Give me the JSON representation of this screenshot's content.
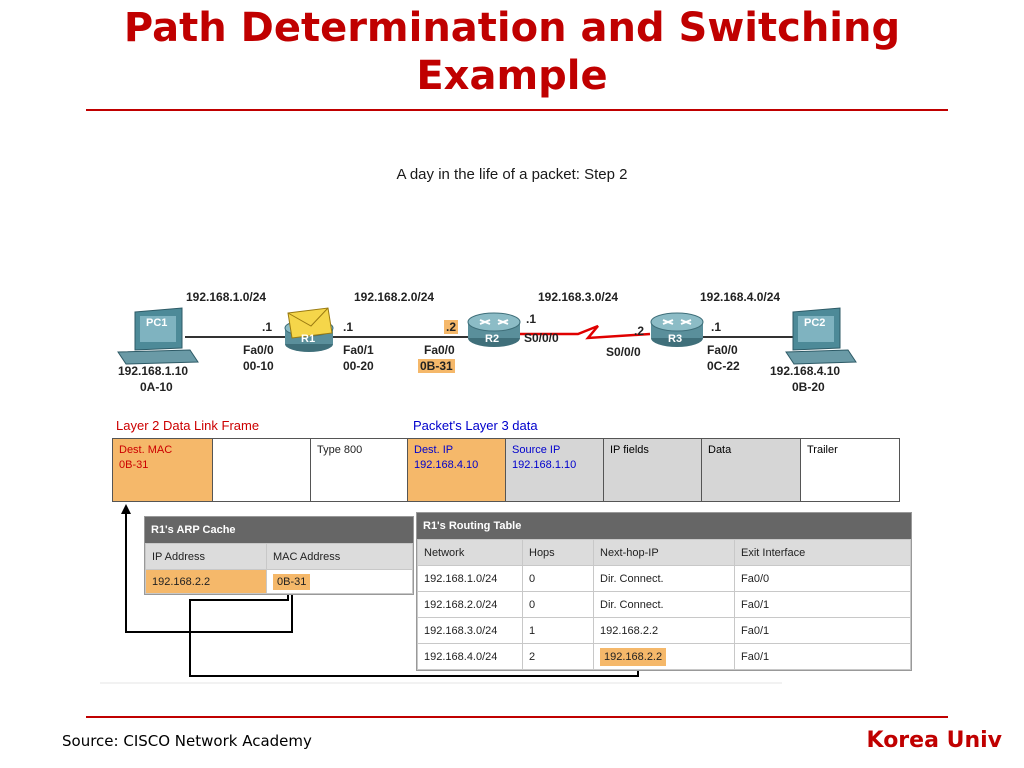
{
  "slide": {
    "title_line1": "Path Determination and Switching",
    "title_line2": "Example",
    "subtitle": "A day in the life of a packet: Step 2",
    "source": "Source: CISCO Network Academy",
    "brand": "Korea Univ"
  },
  "topology": {
    "networks": [
      "192.168.1.0/24",
      "192.168.2.0/24",
      "192.168.3.0/24",
      "192.168.4.0/24"
    ],
    "pc1": {
      "name": "PC1",
      "ip": "192.168.1.10",
      "mac": "0A-10"
    },
    "pc2": {
      "name": "PC2",
      "ip": "192.168.4.10",
      "mac": "0B-20"
    },
    "r1": {
      "name": "R1",
      "left_host": ".1",
      "left_if": "Fa0/0",
      "left_mac": "00-10",
      "right_host": ".1",
      "right_if": "Fa0/1",
      "right_mac": "00-20"
    },
    "r2": {
      "name": "R2",
      "left_host": ".2",
      "left_if": "Fa0/0",
      "left_mac": "0B-31",
      "right_host": ".1",
      "right_if": "S0/0/0"
    },
    "r3": {
      "name": "R3",
      "left_host": ".2",
      "left_if": "S0/0/0",
      "right_host": ".1",
      "right_if": "Fa0/0",
      "right_mac": "0C-22"
    }
  },
  "frame": {
    "layer2_label": "Layer 2 Data Link Frame",
    "layer3_label": "Packet's Layer 3 data",
    "cells": {
      "dest_mac_label": "Dest. MAC",
      "dest_mac_value": "0B-31",
      "type": "Type 800",
      "dest_ip_label": "Dest. IP",
      "dest_ip_value": "192.168.4.10",
      "source_ip_label": "Source IP",
      "source_ip_value": "192.168.1.10",
      "ip_fields": "IP fields",
      "data": "Data",
      "trailer": "Trailer"
    }
  },
  "arp": {
    "title": "R1's ARP Cache",
    "columns": [
      "IP Address",
      "MAC Address"
    ],
    "rows": [
      [
        "192.168.2.2",
        "0B-31"
      ]
    ]
  },
  "routing": {
    "title": "R1's Routing Table",
    "columns": [
      "Network",
      "Hops",
      "Next-hop-IP",
      "Exit Interface"
    ],
    "rows": [
      [
        "192.168.1.0/24",
        "0",
        "Dir. Connect.",
        "Fa0/0"
      ],
      [
        "192.168.2.0/24",
        "0",
        "Dir. Connect.",
        "Fa0/1"
      ],
      [
        "192.168.3.0/24",
        "1",
        "192.168.2.2",
        "Fa0/1"
      ],
      [
        "192.168.4.0/24",
        "2",
        "192.168.2.2",
        "Fa0/1"
      ]
    ]
  },
  "colors": {
    "title_red": "#c00000",
    "highlight_orange": "#f5b86a",
    "layer2_red": "#cc0000",
    "layer3_blue": "#0000cc",
    "serial_red": "#e00000"
  }
}
